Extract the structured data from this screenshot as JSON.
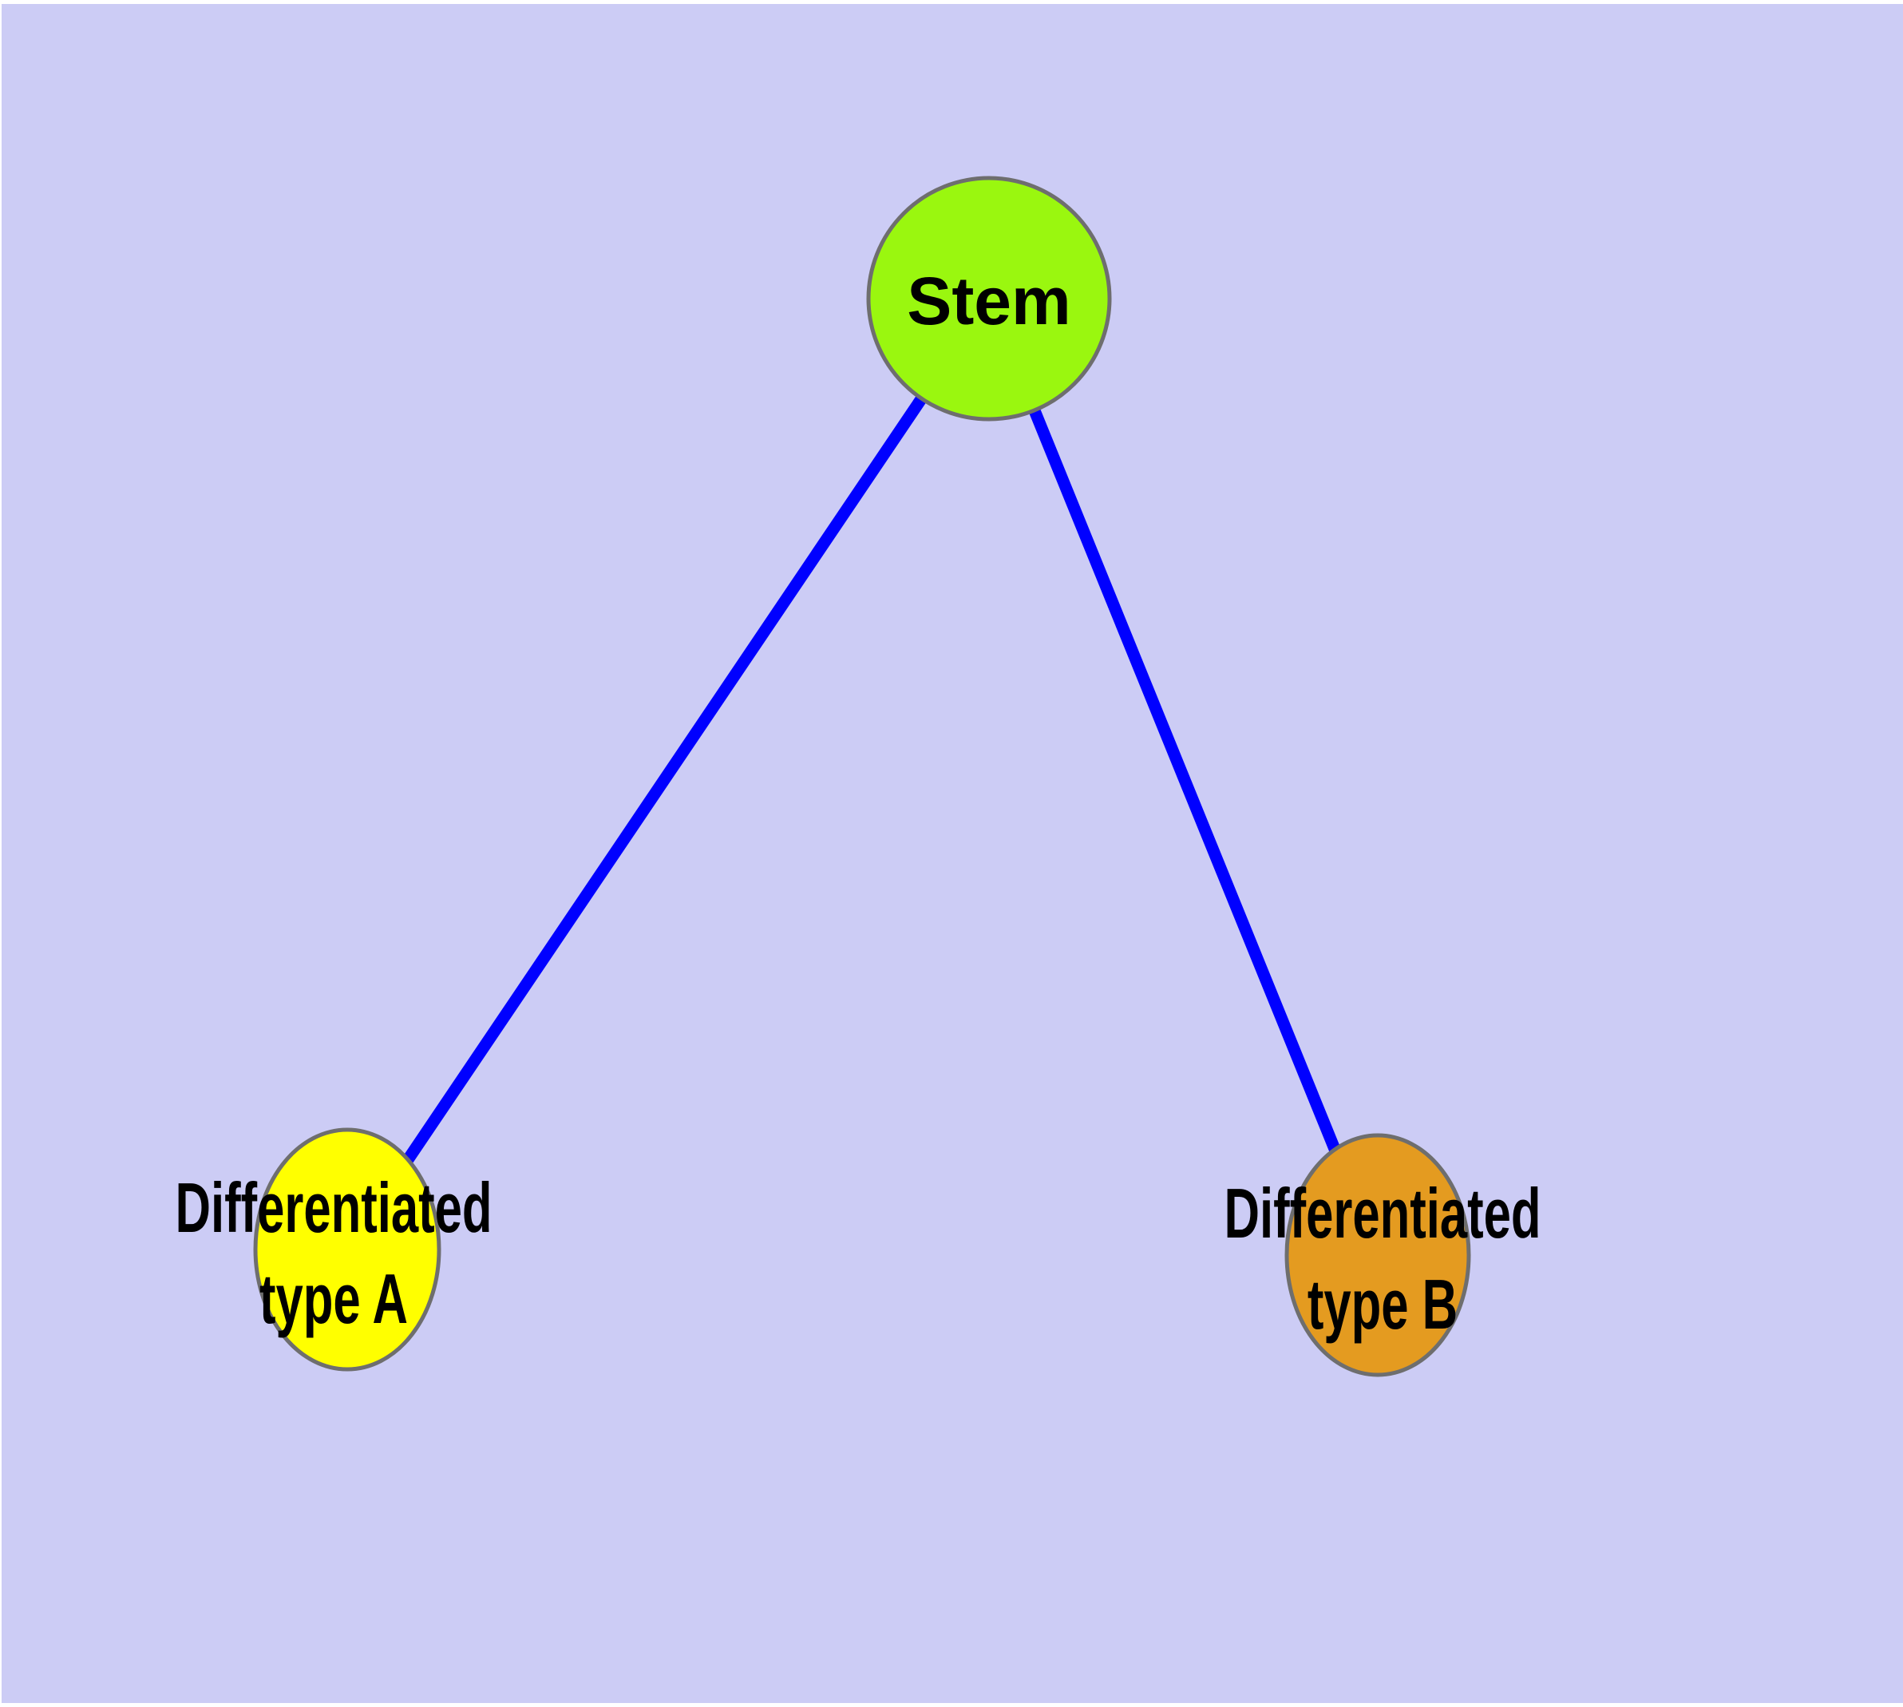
{
  "diagram": {
    "title": "stem cell differentiation graph",
    "colors": {
      "background": "#CCCCF5",
      "page_margin": "#FFFFFF",
      "edge": "#0000FF",
      "node_border": "#6E6E6E",
      "label_text": "#000000"
    },
    "nodes": [
      {
        "id": "stem",
        "label": "Stem",
        "fill": "#9AF70F",
        "shape": "circle"
      },
      {
        "id": "type-a",
        "label": "Differentiated\ntype A",
        "fill": "#FFFF00",
        "shape": "ellipse"
      },
      {
        "id": "type-b",
        "label": "Differentiated\ntype B",
        "fill": "#E49B20",
        "shape": "ellipse"
      }
    ],
    "edges": [
      {
        "from": "Stem",
        "to": "Differentiated type A"
      },
      {
        "from": "Stem",
        "to": "Differentiated type B"
      }
    ]
  }
}
